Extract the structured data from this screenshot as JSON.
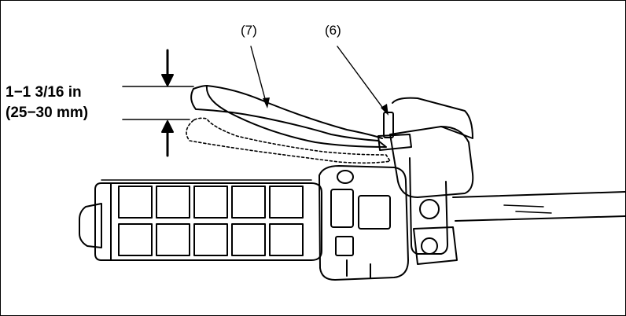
{
  "callouts": {
    "lever": "(7)",
    "adjuster": "(6)"
  },
  "freeplay": {
    "imperial": "1−1 3/16 in",
    "metric": "(25−30 mm)"
  }
}
